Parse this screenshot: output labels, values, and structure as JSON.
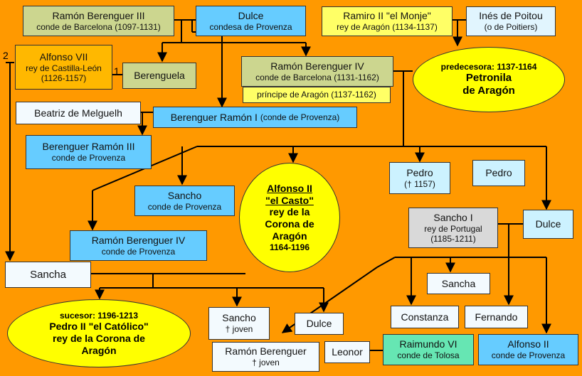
{
  "persons": {
    "rb3": {
      "name": "Ramón Berenguer III",
      "title": "conde de Barcelona (1097-1131)"
    },
    "dulce1": {
      "name": "Dulce",
      "title": "condesa de Provenza"
    },
    "ramiro": {
      "name": "Ramiro II \"el Monje\"",
      "title": "rey de Aragón (1134-1137)"
    },
    "ines": {
      "name": "Inés de Poitou",
      "title": "(o de Poitiers)"
    },
    "alfonso7": {
      "name": "Alfonso VII",
      "title": "rey de Castilla-León",
      "dates": "(1126-1157)"
    },
    "berenguela": {
      "name": "Berenguela"
    },
    "rb4": {
      "name": "Ramón Berenguer IV",
      "title": "conde de Barcelona (1131-1162)",
      "title2": "príncipe de Aragón (1137-1162)"
    },
    "petronila": {
      "label": "predecesora: 1137-1164",
      "name_line1": "Petronila",
      "name_line2": "de Aragón"
    },
    "beatriz": {
      "name": "Beatriz de Melguelh"
    },
    "brami": {
      "name": "Berenguer Ramón I",
      "title": "(conde de Provenza)"
    },
    "br3": {
      "name": "Berenguer Ramón III",
      "title": "conde de Provenza"
    },
    "pedro1": {
      "name": "Pedro",
      "dates": "(† 1157)"
    },
    "pedro2": {
      "name": "Pedro"
    },
    "sancho_p": {
      "name": "Sancho",
      "title": "conde de Provenza"
    },
    "alfonso2": {
      "line1": "Alfonso II",
      "line2": "\"el Casto\"",
      "line3": "rey de la",
      "line4": "Corona de",
      "line5": "Aragón",
      "dates": "1164-1196"
    },
    "sancho1": {
      "name": "Sancho I",
      "title": "rey de Portugal",
      "dates": "(1185-1211)"
    },
    "dulce2": {
      "name": "Dulce"
    },
    "rb4p": {
      "name": "Ramón Berenguer IV",
      "title": "conde de Provenza"
    },
    "sancha": {
      "name": "Sancha"
    },
    "sancha2": {
      "name": "Sancha"
    },
    "pedro_ii": {
      "label": "sucesor: 1196-1213",
      "line1": "Pedro II \"el Católico\"",
      "line2": "rey de la Corona de",
      "line3": "Aragón"
    },
    "sancho_j": {
      "name": "Sancho",
      "dates": "† joven"
    },
    "dulce3": {
      "name": "Dulce"
    },
    "constanza": {
      "name": "Constanza"
    },
    "fernando": {
      "name": "Fernando"
    },
    "rbj": {
      "name": "Ramón Berenguer",
      "dates": "† joven"
    },
    "leonor": {
      "name": "Leonor"
    },
    "raimundo": {
      "name": "Raimundo VI",
      "title": "conde de Tolosa"
    },
    "alfonso2p": {
      "name": "Alfonso II",
      "title": "conde de Provenza"
    }
  },
  "markers": {
    "m1": "1",
    "m2": "2"
  }
}
